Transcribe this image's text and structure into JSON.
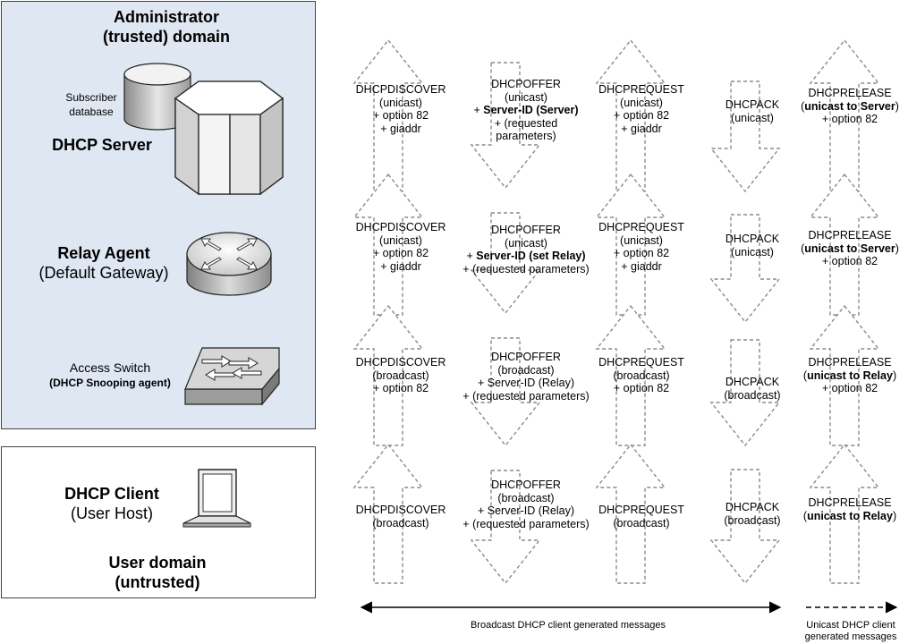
{
  "admin_domain": {
    "title_line1": "Administrator",
    "title_line2": "(trusted) domain",
    "subscriber_db_line1": "Subscriber",
    "subscriber_db_line2": "database",
    "dhcp_server": "DHCP Server",
    "relay_agent": "Relay Agent",
    "relay_agent_sub": "(Default Gateway)",
    "access_switch": "Access Switch",
    "access_switch_sub": "(DHCP Snooping agent)"
  },
  "user_domain": {
    "client": "DHCP Client",
    "client_sub": "(User Host)",
    "title_line1": "User domain",
    "title_line2": "(untrusted)"
  },
  "rows": [
    {
      "discover": [
        "DHCPDISCOVER",
        "(unicast)",
        "+ option 82",
        "+ giaddr"
      ],
      "offer": [
        [
          "DHCPOFFER",
          ""
        ],
        [
          "(unicast)",
          ""
        ],
        [
          "+ ",
          "Server-ID (Server)"
        ],
        [
          "+ (requested",
          ""
        ],
        [
          "parameters)",
          ""
        ]
      ],
      "request": [
        "DHCPREQUEST",
        "(unicast)",
        "+ option 82",
        "+ giaddr"
      ],
      "ack": [
        "DHCPACK",
        "(unicast)"
      ],
      "release": [
        [
          "DHCPRELEASE",
          ""
        ],
        [
          "",
          "unicast to Server"
        ],
        [
          "+ option 82",
          ""
        ]
      ]
    },
    {
      "discover": [
        "DHCPDISCOVER",
        "(unicast)",
        "+ option 82",
        "+ giaddr"
      ],
      "offer": [
        [
          "DHCPOFFER",
          ""
        ],
        [
          "(unicast)",
          ""
        ],
        [
          "+ ",
          "Server-ID (set Relay)"
        ],
        [
          "+ (requested parameters)",
          ""
        ]
      ],
      "request": [
        "DHCPREQUEST",
        "(unicast)",
        "+ option 82",
        "+ giaddr"
      ],
      "ack": [
        "DHCPACK",
        "(unicast)"
      ],
      "release": [
        [
          "DHCPRELEASE",
          ""
        ],
        [
          "",
          "unicast to Server"
        ],
        [
          "+ option 82",
          ""
        ]
      ]
    },
    {
      "discover": [
        "DHCPDISCOVER",
        "(broadcast)",
        "+ option 82"
      ],
      "offer": [
        [
          "DHCPOFFER",
          ""
        ],
        [
          "(broadcast)",
          ""
        ],
        [
          "+ Server-ID (Relay)",
          ""
        ],
        [
          "+ (requested parameters)",
          ""
        ]
      ],
      "request": [
        "DHCPREQUEST",
        "(broadcast)",
        "+ option 82"
      ],
      "ack": [
        "DHCPACK",
        "(broadcast)"
      ],
      "release": [
        [
          "DHCPRELEASE",
          ""
        ],
        [
          "",
          "unicast to Relay"
        ],
        [
          "+ option 82",
          ""
        ]
      ]
    },
    {
      "discover": [
        "DHCPDISCOVER",
        "(broadcast)"
      ],
      "offer": [
        [
          "DHCPOFFER",
          ""
        ],
        [
          "(broadcast)",
          ""
        ],
        [
          "+ Server-ID (Relay)",
          ""
        ],
        [
          "+ (requested parameters)",
          ""
        ]
      ],
      "request": [
        "DHCPREQUEST",
        "(broadcast)"
      ],
      "ack": [
        "DHCPACK",
        "(broadcast)"
      ],
      "release": [
        [
          "DHCPRELEASE",
          ""
        ],
        [
          "",
          "unicast to Relay"
        ]
      ]
    }
  ],
  "legend": {
    "broadcast_caption": "Broadcast DHCP client generated messages",
    "unicast_caption_line1": "Unicast DHCP client",
    "unicast_caption_line2": "generated messages"
  }
}
